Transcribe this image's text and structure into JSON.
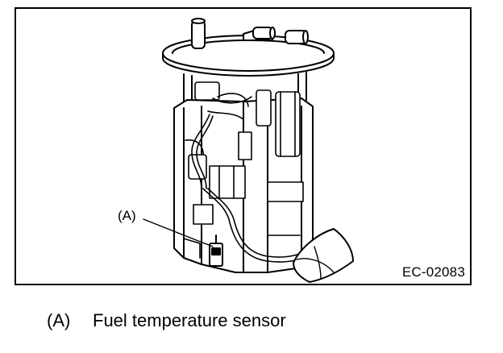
{
  "figure": {
    "callout": "(A)",
    "code": "EC-02083"
  },
  "legend": [
    {
      "key": "(A)",
      "text": "Fuel temperature sensor"
    }
  ],
  "colors": {
    "line": "#000000",
    "background": "#ffffff"
  }
}
